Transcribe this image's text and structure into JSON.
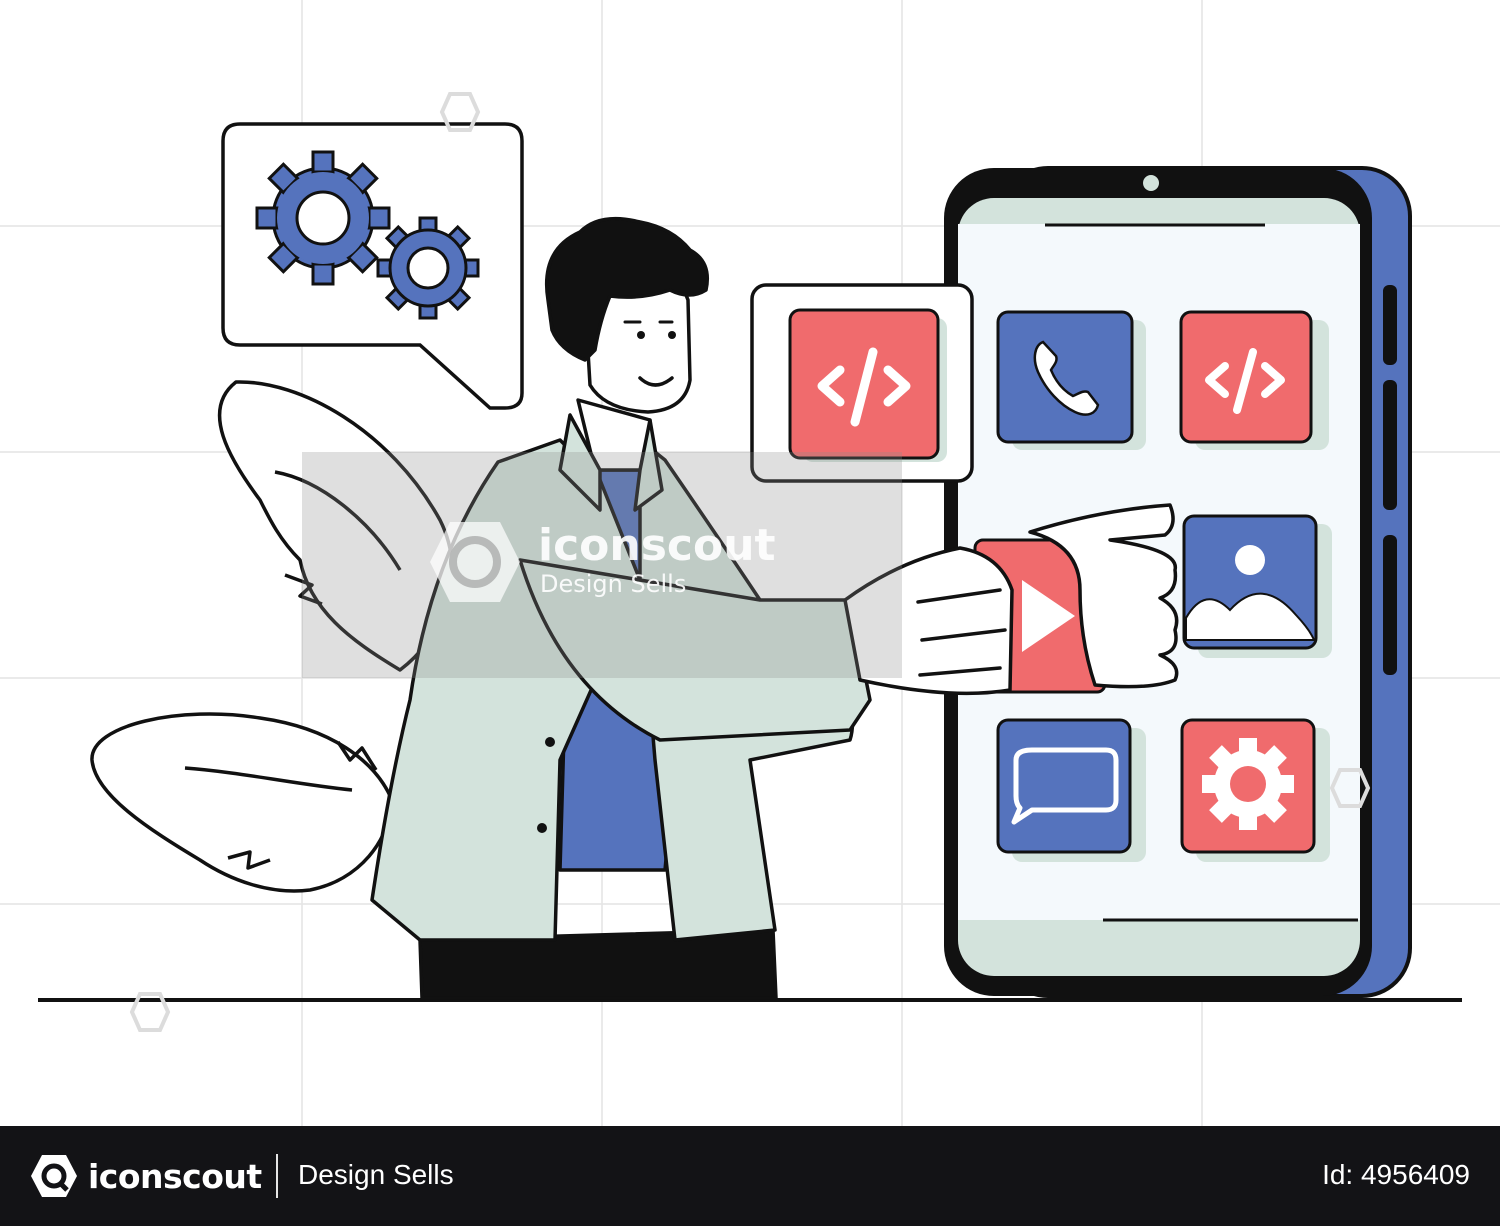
{
  "illustration": {
    "icons": [
      "gears-icon",
      "code-icon",
      "phone-icon",
      "code-icon",
      "play-icon",
      "image-icon",
      "chat-icon",
      "gear-icon"
    ],
    "colors": {
      "blue": "#5573bd",
      "red": "#f06b6d",
      "mint": "#d3e3dc",
      "ink": "#111111",
      "screen": "#f4f9fc"
    }
  },
  "watermark": {
    "name": "iconscout",
    "tagline": "Design Sells"
  },
  "footer": {
    "brand": "iconscout",
    "tagline": "Design Sells",
    "asset_id": "Id: 4956409"
  }
}
